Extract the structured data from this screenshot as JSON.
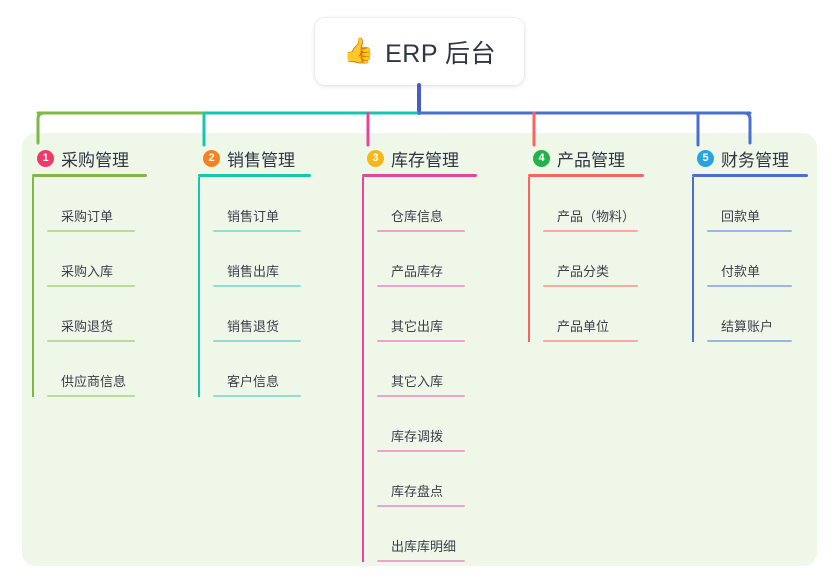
{
  "root": {
    "emoji": "👍",
    "emoji_name": "thumbs-up-emoji",
    "label": "ERP 后台"
  },
  "theme": {
    "panel_bg": "#eff7e9",
    "card_bg": "#ffffff",
    "text": "#2f3542",
    "root_stem": "#4a5ccd"
  },
  "branches": [
    {
      "number": "1",
      "title": "采购管理",
      "badge_color": "#f0396b",
      "line_color": "#7cba45",
      "leaf_line_color": "#b9dc9b",
      "leaves": [
        "采购订单",
        "采购入库",
        "采购退货",
        "供应商信息"
      ]
    },
    {
      "number": "2",
      "title": "销售管理",
      "badge_color": "#f58220",
      "line_color": "#18c6b0",
      "leaf_line_color": "#92ddd3",
      "leaves": [
        "销售订单",
        "销售出库",
        "销售退货",
        "客户信息"
      ]
    },
    {
      "number": "3",
      "title": "库存管理",
      "badge_color": "#f5b71b",
      "line_color": "#e8449a",
      "leaf_line_color": "#f0a3ca",
      "leaves": [
        "仓库信息",
        "产品库存",
        "其它出库",
        "其它入库",
        "库存调拨",
        "库存盘点",
        "出库库明细"
      ]
    },
    {
      "number": "4",
      "title": "产品管理",
      "badge_color": "#22b24c",
      "line_color": "#f8655c",
      "leaf_line_color": "#f9a8a2",
      "leaves": [
        "产品（物料）",
        "产品分类",
        "产品单位"
      ]
    },
    {
      "number": "5",
      "title": "财务管理",
      "badge_color": "#29a3e0",
      "line_color": "#4a6fd0",
      "leaf_line_color": "#9fb4e6",
      "leaves": [
        "回款单",
        "付款单",
        "结算账户"
      ]
    }
  ],
  "bus": {
    "segments": [
      {
        "name": "bus-green",
        "color": "#7cba45"
      },
      {
        "name": "bus-teal",
        "color": "#18c6b0"
      },
      {
        "name": "bus-blue",
        "color": "#4a6fd0"
      }
    ]
  }
}
